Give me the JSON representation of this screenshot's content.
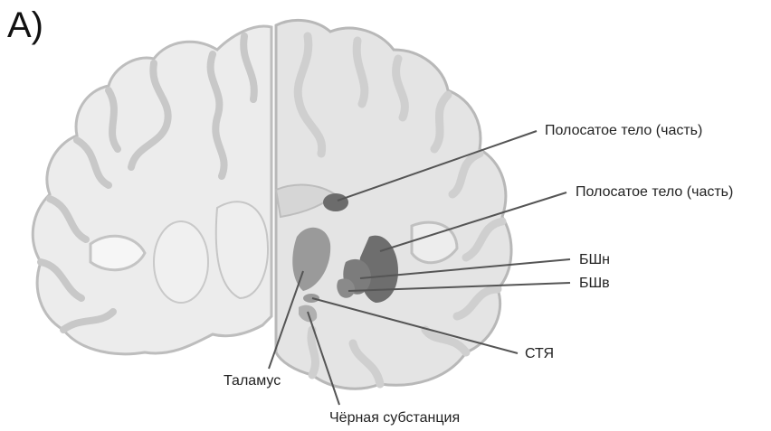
{
  "panel_letter": "A)",
  "labels": {
    "striatum_1": "Полосатое тело (часть)",
    "striatum_2": "Полосатое тело (часть)",
    "gpe": "БШн",
    "gpi": "БШв",
    "stn": "СТЯ",
    "thalamus": "Таламус",
    "substantia_nigra": "Чёрная субстанция"
  },
  "colors": {
    "background": "#ffffff",
    "tissue_light": "#e8e8e8",
    "tissue_mid": "#d2d2d2",
    "outline": "#b4b4b4",
    "structure_dark": "#6e6e6e",
    "structure_mid": "#8a8a8a",
    "leader_line": "#555555"
  }
}
